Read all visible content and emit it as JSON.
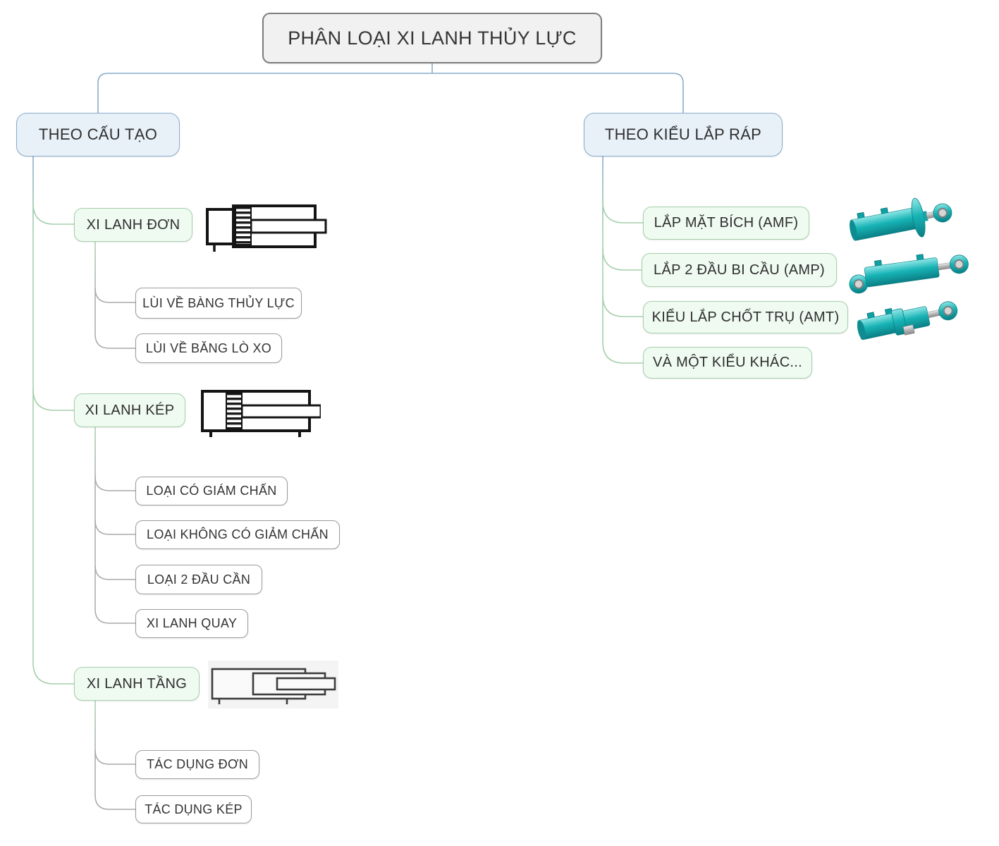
{
  "title": "PHÂN LOẠI XI LANH THỦY LỰC",
  "left_branch": {
    "label": "THEO CẤU TẠO",
    "groups": [
      {
        "label": "XI LANH ĐƠN",
        "image": "single-acting-cylinder-diagram",
        "children": [
          "LÙI VỀ BÀNG THỦY LỰC",
          "LÙI VỀ BĂNG LÒ XO"
        ]
      },
      {
        "label": "XI LANH KÉP",
        "image": "double-acting-cylinder-diagram",
        "children": [
          "LOẠI CÓ GIÁM CHẤN",
          "LOẠI KHÔNG CÓ GIẢM CHẤN",
          "LOẠI 2 ĐẦU CẦN",
          "XI LANH QUAY"
        ]
      },
      {
        "label": "XI LANH TẦNG",
        "image": "telescopic-cylinder-diagram",
        "children": [
          "TÁC DỤNG ĐƠN",
          "TÁC DỤNG KÉP"
        ]
      }
    ]
  },
  "right_branch": {
    "label": "THEO KIỂU LẮP RÁP",
    "items": [
      {
        "label": "LẮP MẶT BÍCH (AMF)",
        "image": "flange-mount-cylinder-3d"
      },
      {
        "label": "LẮP 2 ĐẦU BI CẦU (AMP)",
        "image": "double-eye-mount-cylinder-3d"
      },
      {
        "label": "KIỂU LẮP CHỐT TRỤ (AMT)",
        "image": "trunnion-mount-cylinder-3d"
      },
      {
        "label": "VÀ MỘT KIỂU KHÁC...",
        "image": ""
      }
    ]
  },
  "colors": {
    "root_bg": "#f1f1f1",
    "root_border": "#7d7d7d",
    "branch_bg": "#e9f1f8",
    "branch_border": "#8aabca",
    "topic_bg": "#effaf1",
    "topic_border": "#a5cfab",
    "leaf_bg": "#ffffff",
    "leaf_border": "#9b9b9b",
    "connector_blue": "#8aabca",
    "connector_green": "#a5cfab",
    "connector_gray": "#a9a9a9",
    "cylinder_teal": "#17b2b4",
    "text": "#333333"
  }
}
